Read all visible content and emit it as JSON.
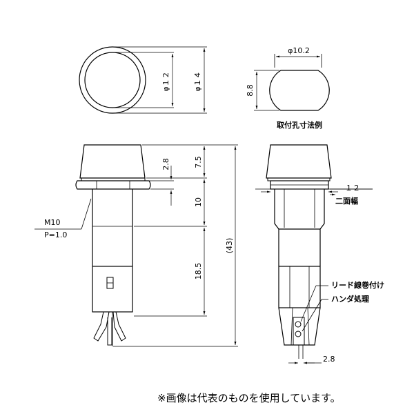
{
  "labels": {
    "dia12": "φ１２",
    "dia14": "φ１４",
    "dia10_2": "φ10.2",
    "h8_8": "8.8",
    "mount_hole": "取付孔寸法例",
    "d2_8_top": "2.8",
    "d7_5": "7.5",
    "d10": "10",
    "d18_5": "18.5",
    "d43": "(43)",
    "thread1": "M10",
    "thread2": "P=1.0",
    "w12": "１２",
    "two_face": "二面幅",
    "lead_wind": "リード線巻付け",
    "solder": "ハンダ処理",
    "d2_8_bottom": "2.8"
  },
  "footer": {
    "note": "※画像は代表のものを使用しています。"
  }
}
